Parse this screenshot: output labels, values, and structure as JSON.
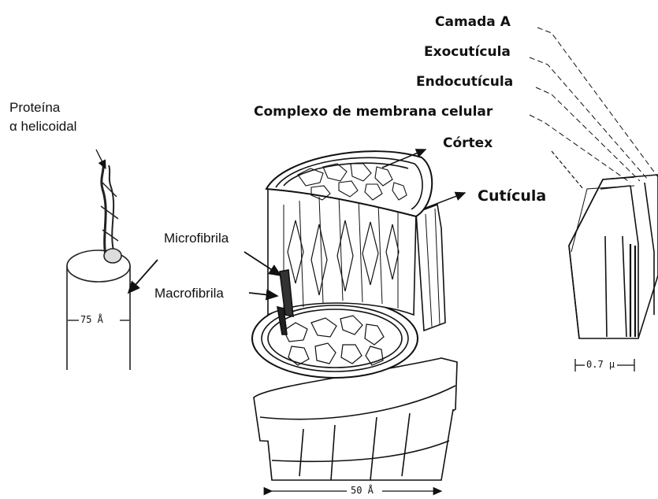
{
  "labels": {
    "proteina_line1": "Proteína",
    "proteina_line2": "α helicoidal",
    "dim_75": "75 Å",
    "microfibrila": "Microfibrila",
    "macrofibrila": "Macrofibrila",
    "dim_50": "50 Å",
    "cortex": "Córtex",
    "cuticula": "Cutícula",
    "complexo": "Complexo de membrana celular",
    "endocuticula": "Endocutícula",
    "exocuticula": "Exocutícula",
    "camada_a": "Camada A",
    "dim_07": "0.7 μ"
  },
  "colors": {
    "ink": "#111111",
    "background": "#ffffff"
  }
}
